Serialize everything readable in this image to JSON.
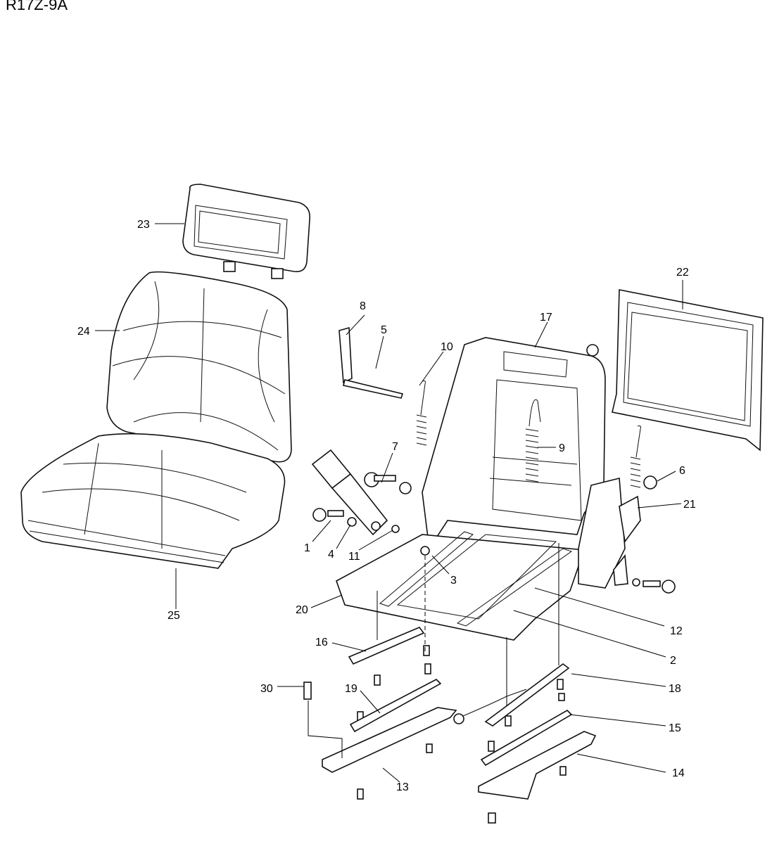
{
  "title": "R17Z-9A",
  "callouts": [
    {
      "id": "p1",
      "label": "1"
    },
    {
      "id": "p2",
      "label": "2"
    },
    {
      "id": "p3",
      "label": "3"
    },
    {
      "id": "p4",
      "label": "4"
    },
    {
      "id": "p5",
      "label": "5"
    },
    {
      "id": "p6",
      "label": "6"
    },
    {
      "id": "p7",
      "label": "7"
    },
    {
      "id": "p8",
      "label": "8"
    },
    {
      "id": "p9",
      "label": "9"
    },
    {
      "id": "p10",
      "label": "10"
    },
    {
      "id": "p11",
      "label": "11"
    },
    {
      "id": "p12",
      "label": "12"
    },
    {
      "id": "p13",
      "label": "13"
    },
    {
      "id": "p14",
      "label": "14"
    },
    {
      "id": "p15",
      "label": "15"
    },
    {
      "id": "p16",
      "label": "16"
    },
    {
      "id": "p17",
      "label": "17"
    },
    {
      "id": "p18",
      "label": "18"
    },
    {
      "id": "p19",
      "label": "19"
    },
    {
      "id": "p20",
      "label": "20"
    },
    {
      "id": "p21",
      "label": "21"
    },
    {
      "id": "p22",
      "label": "22"
    },
    {
      "id": "p23",
      "label": "23"
    },
    {
      "id": "p24",
      "label": "24"
    },
    {
      "id": "p25",
      "label": "25"
    },
    {
      "id": "p30",
      "label": "30"
    }
  ]
}
